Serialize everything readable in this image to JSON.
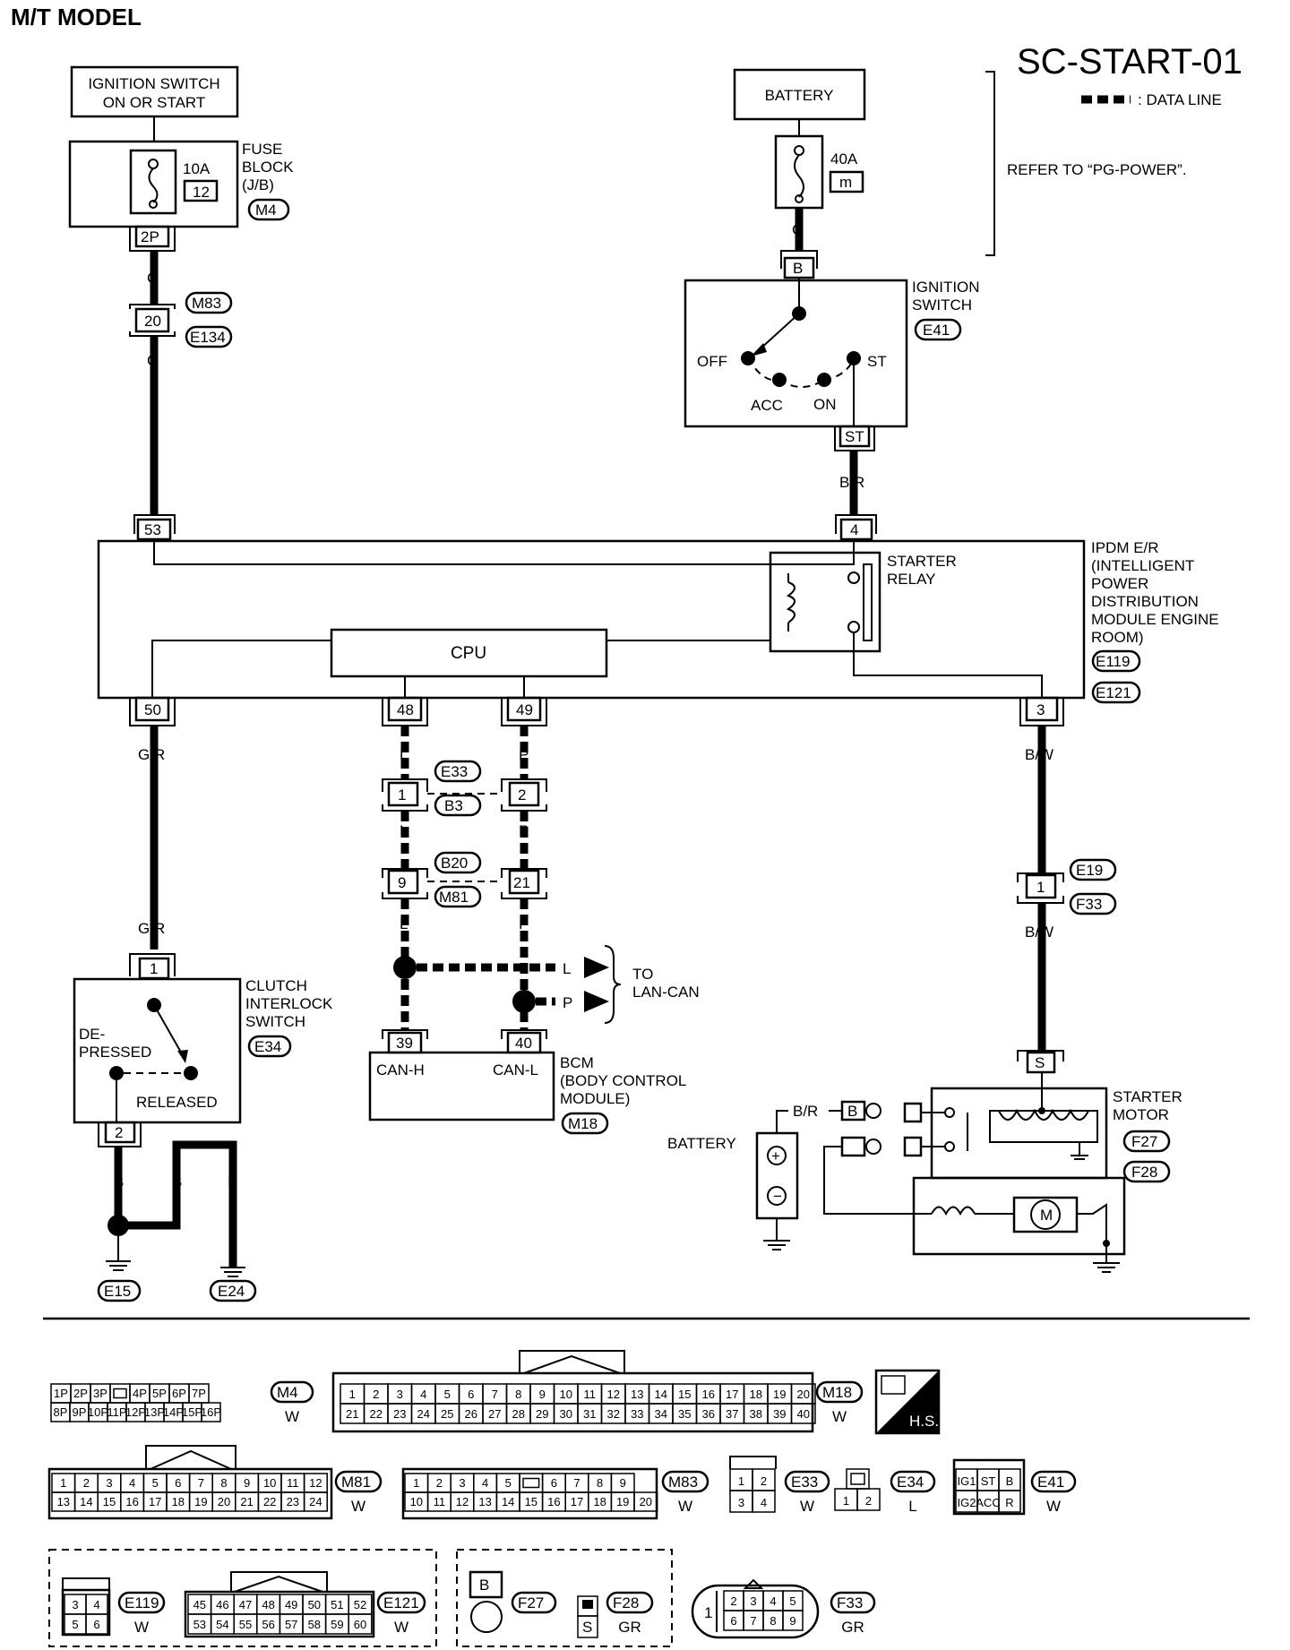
{
  "header": {
    "model": "M/T MODEL",
    "code": "SC-START-01",
    "legend_data_line": ": DATA LINE",
    "refer": "REFER TO “PG-POWER”."
  },
  "ign_on": [
    "IGNITION SWITCH",
    "ON OR START"
  ],
  "fuse_block": {
    "label": [
      "FUSE",
      "BLOCK",
      "(J/B)"
    ],
    "amp": "10A",
    "num": "12",
    "conn": "M4",
    "pin": "2P"
  },
  "battery": {
    "label": "BATTERY",
    "amp": "40A",
    "num": "m"
  },
  "ign_switch": {
    "label": [
      "IGNITION",
      "SWITCH"
    ],
    "conn": "E41",
    "pin_in": "B",
    "pin_out": "ST",
    "off": "OFF",
    "acc": "ACC",
    "on": "ON",
    "st": "ST"
  },
  "wires": {
    "g1": "G",
    "g2": "G",
    "g3": "G",
    "br": "B/R",
    "gr1": "G/R",
    "gr2": "G/R",
    "bw1": "B/W",
    "bw2": "B/W",
    "l1": "L",
    "l2": "L",
    "l3": "L",
    "p1": "P",
    "p2": "P",
    "p3": "P",
    "b1": "B",
    "b2": "B",
    "b3": "B",
    "br2": "B/R"
  },
  "joint": {
    "pin": "20",
    "c1": "M83",
    "c2": "E134"
  },
  "ipdm": {
    "label": [
      "IPDM E/R",
      "(INTELLIGENT",
      "POWER",
      "DISTRIBUTION",
      "MODULE ENGINE",
      "ROOM)"
    ],
    "c1": "E119",
    "c2": "E121",
    "cpu": "CPU",
    "relay": [
      "STARTER",
      "RELAY"
    ],
    "pin53": "53",
    "pin4": "4",
    "pin50": "50",
    "pin48": "48",
    "pin49": "49",
    "pin3": "3"
  },
  "can": {
    "p1": "1",
    "p2": "2",
    "c1": "E33",
    "c2": "B3",
    "p9": "9",
    "p21": "21",
    "c3": "B20",
    "c4": "M81",
    "to": [
      "TO",
      "LAN-CAN"
    ],
    "l": "L",
    "p": "P"
  },
  "bcm": {
    "label": [
      "BCM",
      "(BODY CONTROL",
      "MODULE)"
    ],
    "conn": "M18",
    "p39": "39",
    "p40": "40",
    "canh": "CAN-H",
    "canl": "CAN-L"
  },
  "clutch": {
    "label": [
      "CLUTCH",
      "INTERLOCK",
      "SWITCH"
    ],
    "conn": "E34",
    "p1": "1",
    "p2": "2",
    "depressed": [
      "DE-",
      "PRESSED"
    ],
    "released": "RELEASED"
  },
  "grounds": {
    "g1": "E15",
    "g2": "E24"
  },
  "e19": {
    "pin": "1",
    "c1": "E19",
    "c2": "F33"
  },
  "starter": {
    "label": [
      "STARTER",
      "MOTOR"
    ],
    "c1": "F27",
    "c2": "F28",
    "pin": "S",
    "battery": "BATTERY",
    "b": "B",
    "m": "M"
  },
  "connectors": {
    "m4": {
      "name": "M4",
      "color": "W",
      "r1": [
        "1P",
        "2P",
        "3P",
        "",
        "4P",
        "5P",
        "6P",
        "7P"
      ],
      "r2": [
        "8P",
        "9P",
        "10P",
        "11P",
        "12P",
        "13P",
        "14P",
        "15P",
        "16P"
      ]
    },
    "m18": {
      "name": "M18",
      "color": "W",
      "r1": [
        "1",
        "2",
        "3",
        "4",
        "5",
        "6",
        "7",
        "8",
        "9",
        "10",
        "11",
        "12",
        "13",
        "14",
        "15",
        "16",
        "17",
        "18",
        "19",
        "20"
      ],
      "r2": [
        "21",
        "22",
        "23",
        "24",
        "25",
        "26",
        "27",
        "28",
        "29",
        "30",
        "31",
        "32",
        "33",
        "34",
        "35",
        "36",
        "37",
        "38",
        "39",
        "40"
      ]
    },
    "hs": "H.S.",
    "m81": {
      "name": "M81",
      "color": "W",
      "r1": [
        "1",
        "2",
        "3",
        "4",
        "5",
        "6",
        "7",
        "8",
        "9",
        "10",
        "11",
        "12"
      ],
      "r2": [
        "13",
        "14",
        "15",
        "16",
        "17",
        "18",
        "19",
        "20",
        "21",
        "22",
        "23",
        "24"
      ]
    },
    "m83": {
      "name": "M83",
      "color": "W",
      "r1": [
        "1",
        "2",
        "3",
        "4",
        "5",
        "",
        "6",
        "7",
        "8",
        "9"
      ],
      "r2": [
        "10",
        "11",
        "12",
        "13",
        "14",
        "15",
        "16",
        "17",
        "18",
        "19",
        "20"
      ]
    },
    "e33": {
      "name": "E33",
      "color": "W",
      "r1": [
        "1",
        "2"
      ],
      "r2": [
        "3",
        "4"
      ]
    },
    "e34": {
      "name": "E34",
      "color": "L",
      "r2": [
        "1",
        "2"
      ]
    },
    "e41": {
      "name": "E41",
      "color": "W",
      "r1": [
        "IG1",
        "ST",
        "B"
      ],
      "r2": [
        "IG2",
        "ACC",
        "R"
      ]
    },
    "e119": {
      "name": "E119",
      "color": "W",
      "r1": [
        "3",
        "4"
      ],
      "r2": [
        "5",
        "6"
      ]
    },
    "e121": {
      "name": "E121",
      "color": "W",
      "r1": [
        "45",
        "46",
        "47",
        "48",
        "49",
        "50",
        "51",
        "52"
      ],
      "r2": [
        "53",
        "54",
        "55",
        "56",
        "57",
        "58",
        "59",
        "60"
      ]
    },
    "f27": {
      "name": "F27",
      "pin": "B"
    },
    "f28": {
      "name": "F28",
      "color": "GR",
      "pin": "S"
    },
    "f33": {
      "name": "F33",
      "color": "GR",
      "p1": "1",
      "r1": [
        "2",
        "3",
        "4",
        "5"
      ],
      "r2": [
        "6",
        "7",
        "8",
        "9"
      ]
    }
  }
}
